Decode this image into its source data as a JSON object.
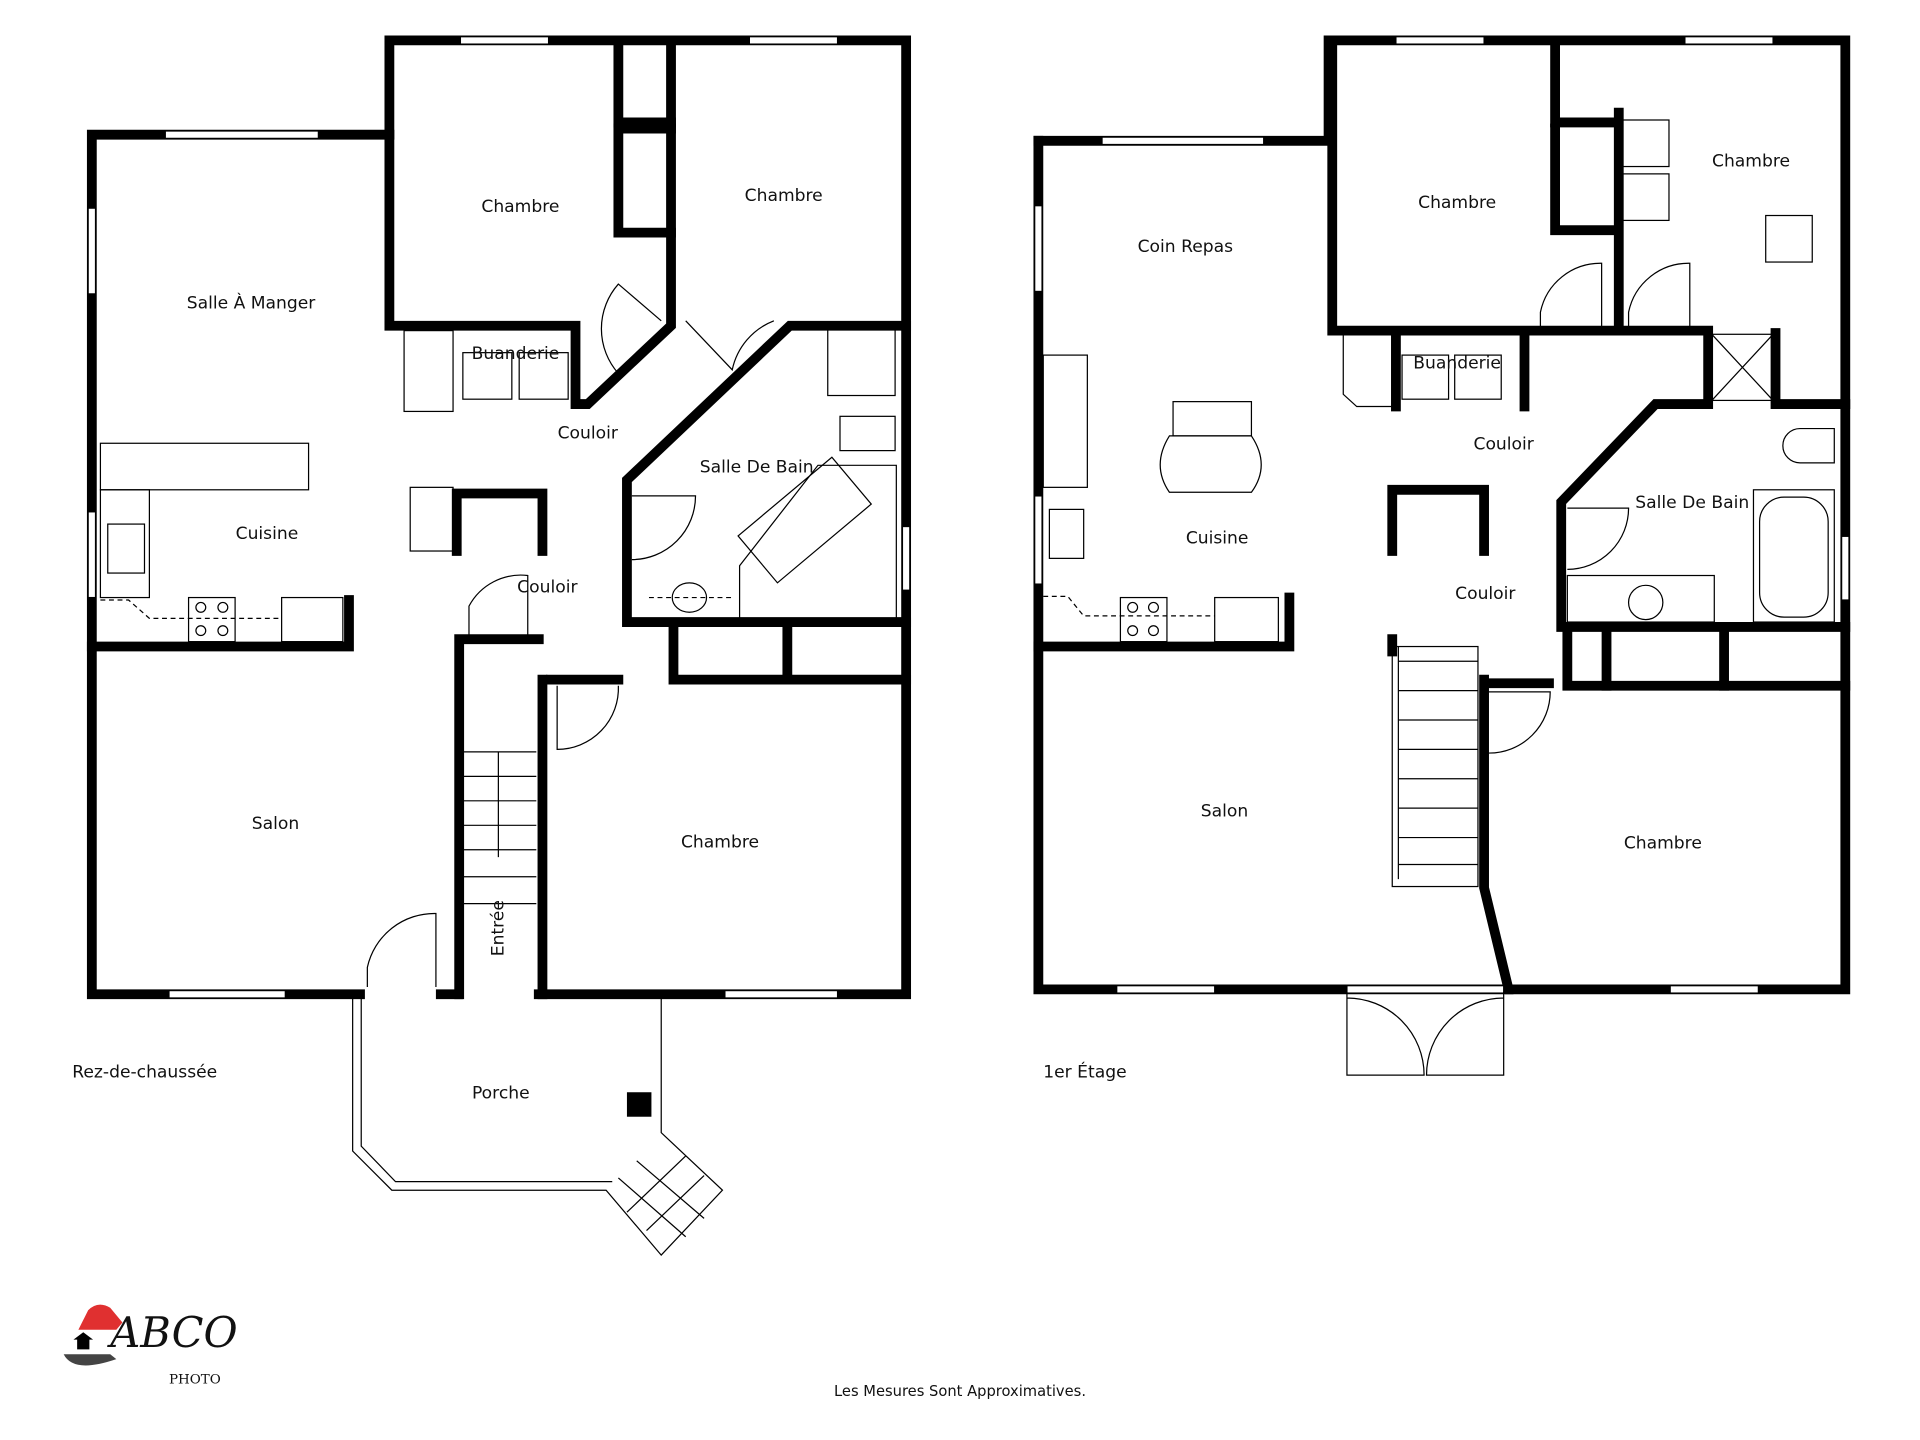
{
  "floors": [
    {
      "title": "Rez-de-chaussée",
      "rooms": [
        "Chambre",
        "Chambre",
        "Salle À Manger",
        "Buanderie",
        "Couloir",
        "Salle De Bain",
        "Cuisine",
        "Couloir",
        "Salon",
        "Entrée",
        "Chambre",
        "Porche"
      ]
    },
    {
      "title": "1er Étage",
      "rooms": [
        "Chambre",
        "Chambre",
        "Coin Repas",
        "Buanderie",
        "Couloir",
        "Salle De Bain",
        "Cuisine",
        "Couloir",
        "Salon",
        "Chambre"
      ]
    }
  ],
  "footer_note": "Les Mesures Sont Approximatives.",
  "logo": {
    "text": "ABCO",
    "subtext": "PHOTO",
    "accent_color": "#e03030"
  }
}
